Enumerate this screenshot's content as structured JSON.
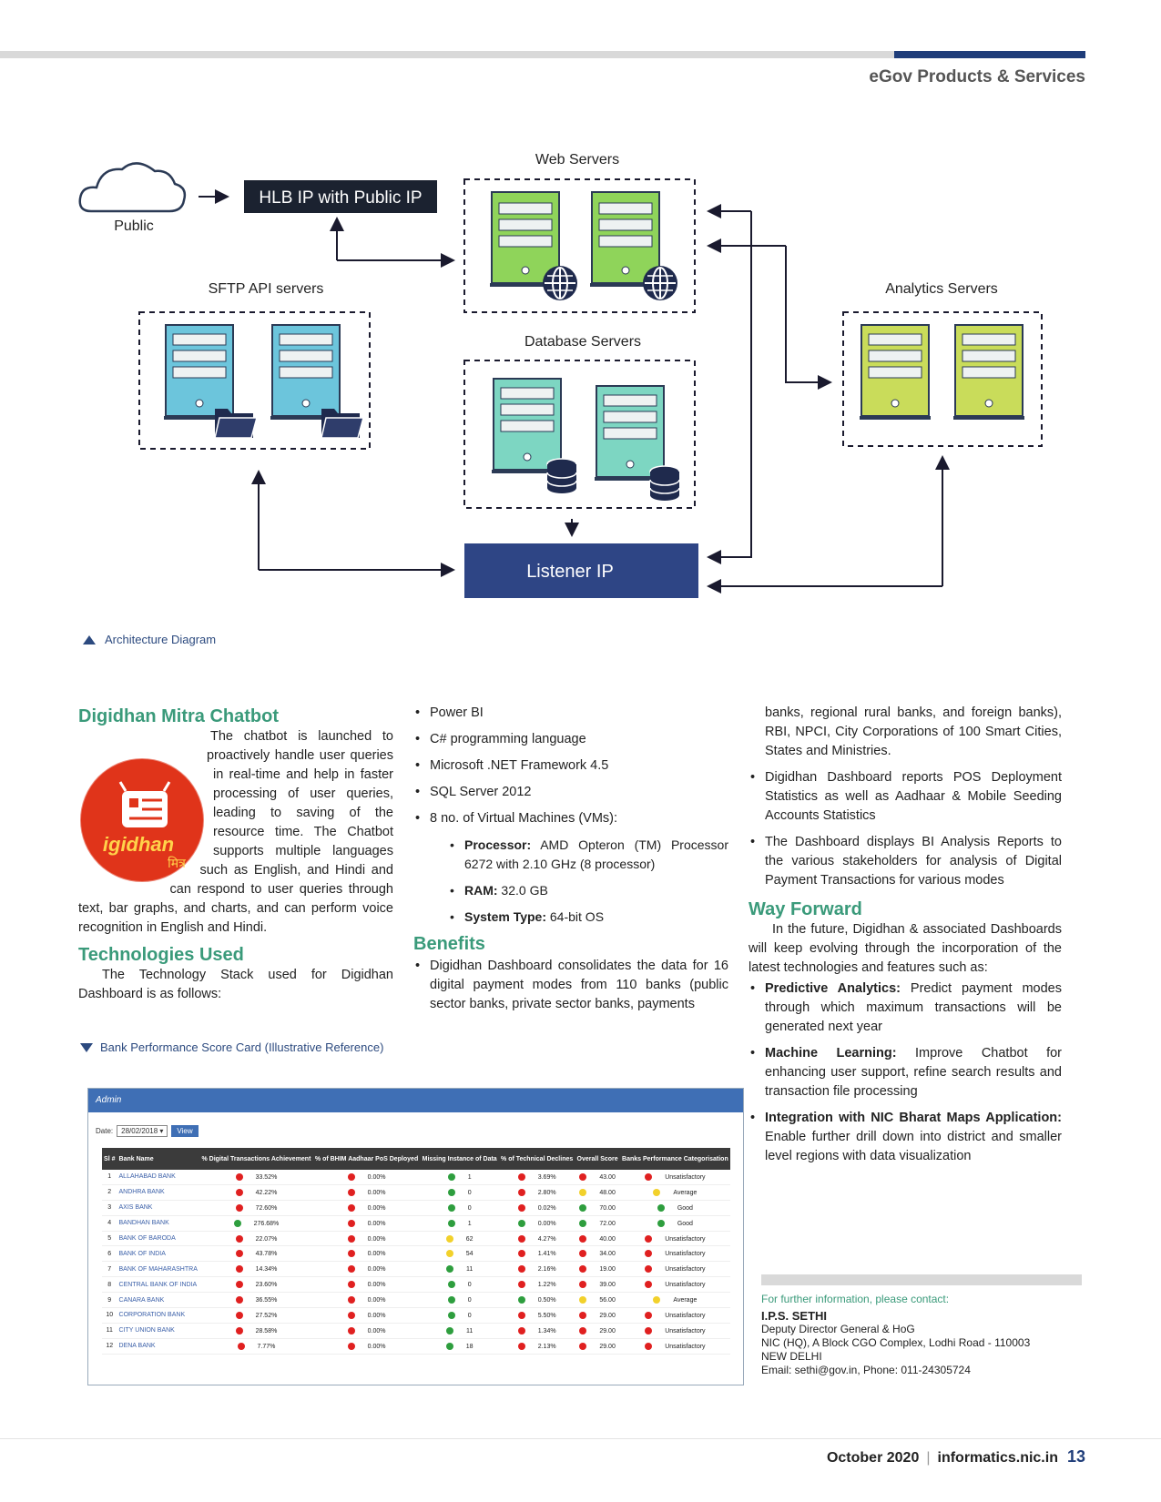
{
  "header": {
    "section": "eGov Products & Services"
  },
  "diagram": {
    "public_label": "Public",
    "hlb_label": "HLB IP with Public IP",
    "web_servers": "Web Servers",
    "sftp_servers": "SFTP API servers",
    "database_servers": "Database Servers",
    "analytics_servers": "Analytics Servers",
    "listener": "Listener IP",
    "caption": "Architecture Diagram"
  },
  "col1": {
    "chatbot_title": "Digidhan Mitra Chatbot",
    "chatbot_text": "The chatbot is launched to proactively handle user queries in real-time and help in faster processing of user queries, leading to saving of the resource time. The Chatbot supports multiple languages such as English, and Hindi and can respond to user queries through text, bar graphs, and charts, and can perform voice recognition in English and Hindi.",
    "logo_text": "igidhan",
    "logo_hindi": "मित्र",
    "tech_title": "Technologies Used",
    "tech_text": "The Technology Stack used for Digidhan Dashboard is as follows:"
  },
  "col2": {
    "tech_items": [
      "Power BI",
      "C# programming language",
      "Microsoft .NET Framework 4.5",
      "SQL Server 2012",
      "8 no. of Virtual Machines (VMs):"
    ],
    "vm_items": [
      {
        "label": "Processor:",
        "value": " AMD Opteron (TM) Processor 6272 with 2.10 GHz (8 processor)"
      },
      {
        "label": "RAM:",
        "value": " 32.0 GB"
      },
      {
        "label": "System Type:",
        "value": " 64-bit OS"
      }
    ],
    "benefits_title": "Benefits",
    "benefit_1": "Digidhan Dashboard consolidates the data for 16 digital payment modes from 110 banks (public sector banks, private sector banks, payments"
  },
  "col3": {
    "cont_text": "banks, regional rural banks, and foreign banks), RBI, NPCI, City Corporations of 100 Smart Cities, States and Ministries.",
    "benefit_2": "Digidhan Dashboard reports POS Deployment Statistics as well as Aadhaar & Mobile Seeding Accounts Statistics",
    "benefit_3": "The Dashboard displays BI Analysis Reports to the various stakeholders for analysis of Digital Payment Transactions for various modes",
    "way_title": "Way Forward",
    "way_text": "In the future, Digidhan & associated Dashboards will keep evolving through the incorporation of the latest technologies and features such as:",
    "way_items": [
      {
        "label": "Predictive Analytics:",
        "value": " Predict payment modes through which maximum transactions will be generated next year"
      },
      {
        "label": "Machine Learning:",
        "value": " Improve Chatbot for enhancing user support, refine search results and transaction file processing"
      },
      {
        "label": "Integration with NIC Bharat Maps Application:",
        "value": " Enable further drill down into district and smaller level regions with data visualization"
      }
    ]
  },
  "scorecard": {
    "caption": "Bank Performance Score Card (Illustrative Reference)",
    "admin": "Admin",
    "date_label": "Date:",
    "date_value": "28/02/2018",
    "view_button": "View",
    "columns": [
      "Sl #",
      "Bank Name",
      "% Digital Transactions Achievement",
      "% of BHIM Aadhaar PoS Deployed",
      "Missing Instance of Data",
      "% of Technical Declines",
      "Overall Score",
      "Banks Performance Categorisation"
    ],
    "colors": {
      "red": "#e02020",
      "green": "#2e9e3e",
      "yellow": "#f2d12b"
    },
    "rows": [
      [
        "1",
        "ALLAHABAD BANK",
        "red",
        "33.52%",
        "red",
        "0.00%",
        "green",
        "1",
        "red",
        "3.69%",
        "red",
        "43.00",
        "red",
        "Unsatisfactory"
      ],
      [
        "2",
        "ANDHRA BANK",
        "red",
        "42.22%",
        "red",
        "0.00%",
        "green",
        "0",
        "red",
        "2.80%",
        "yellow",
        "48.00",
        "yellow",
        "Average"
      ],
      [
        "3",
        "AXIS BANK",
        "red",
        "72.60%",
        "red",
        "0.00%",
        "green",
        "0",
        "red",
        "0.02%",
        "green",
        "70.00",
        "green",
        "Good"
      ],
      [
        "4",
        "BANDHAN BANK",
        "green",
        "276.68%",
        "red",
        "0.00%",
        "green",
        "1",
        "green",
        "0.00%",
        "green",
        "72.00",
        "green",
        "Good"
      ],
      [
        "5",
        "BANK OF BARODA",
        "red",
        "22.07%",
        "red",
        "0.00%",
        "yellow",
        "62",
        "red",
        "4.27%",
        "red",
        "40.00",
        "red",
        "Unsatisfactory"
      ],
      [
        "6",
        "BANK OF INDIA",
        "red",
        "43.78%",
        "red",
        "0.00%",
        "yellow",
        "54",
        "red",
        "1.41%",
        "red",
        "34.00",
        "red",
        "Unsatisfactory"
      ],
      [
        "7",
        "BANK OF MAHARASHTRA",
        "red",
        "14.34%",
        "red",
        "0.00%",
        "green",
        "11",
        "red",
        "2.16%",
        "red",
        "19.00",
        "red",
        "Unsatisfactory"
      ],
      [
        "8",
        "CENTRAL BANK OF INDIA",
        "red",
        "23.60%",
        "red",
        "0.00%",
        "green",
        "0",
        "red",
        "1.22%",
        "red",
        "39.00",
        "red",
        "Unsatisfactory"
      ],
      [
        "9",
        "CANARA BANK",
        "red",
        "36.55%",
        "red",
        "0.00%",
        "green",
        "0",
        "green",
        "0.50%",
        "yellow",
        "56.00",
        "yellow",
        "Average"
      ],
      [
        "10",
        "CORPORATION BANK",
        "red",
        "27.52%",
        "red",
        "0.00%",
        "green",
        "0",
        "red",
        "5.50%",
        "red",
        "29.00",
        "red",
        "Unsatisfactory"
      ],
      [
        "11",
        "CITY UNION BANK",
        "red",
        "28.58%",
        "red",
        "0.00%",
        "green",
        "11",
        "red",
        "1.34%",
        "red",
        "29.00",
        "red",
        "Unsatisfactory"
      ],
      [
        "12",
        "DENA BANK",
        "red",
        "7.77%",
        "red",
        "0.00%",
        "green",
        "18",
        "red",
        "2.13%",
        "red",
        "29.00",
        "red",
        "Unsatisfactory"
      ]
    ]
  },
  "contact": {
    "heading": "For further information, please contact:",
    "name": "I.P.S. SETHI",
    "designation": "Deputy Director General & HoG",
    "address1": "NIC (HQ), A Block CGO Complex, Lodhi Road - 110003",
    "address2": "NEW DELHI",
    "email": "Email: sethi@gov.in, Phone: 011-24305724"
  },
  "footer": {
    "date": "October 2020",
    "site": "informatics.nic.in",
    "page": "13"
  }
}
